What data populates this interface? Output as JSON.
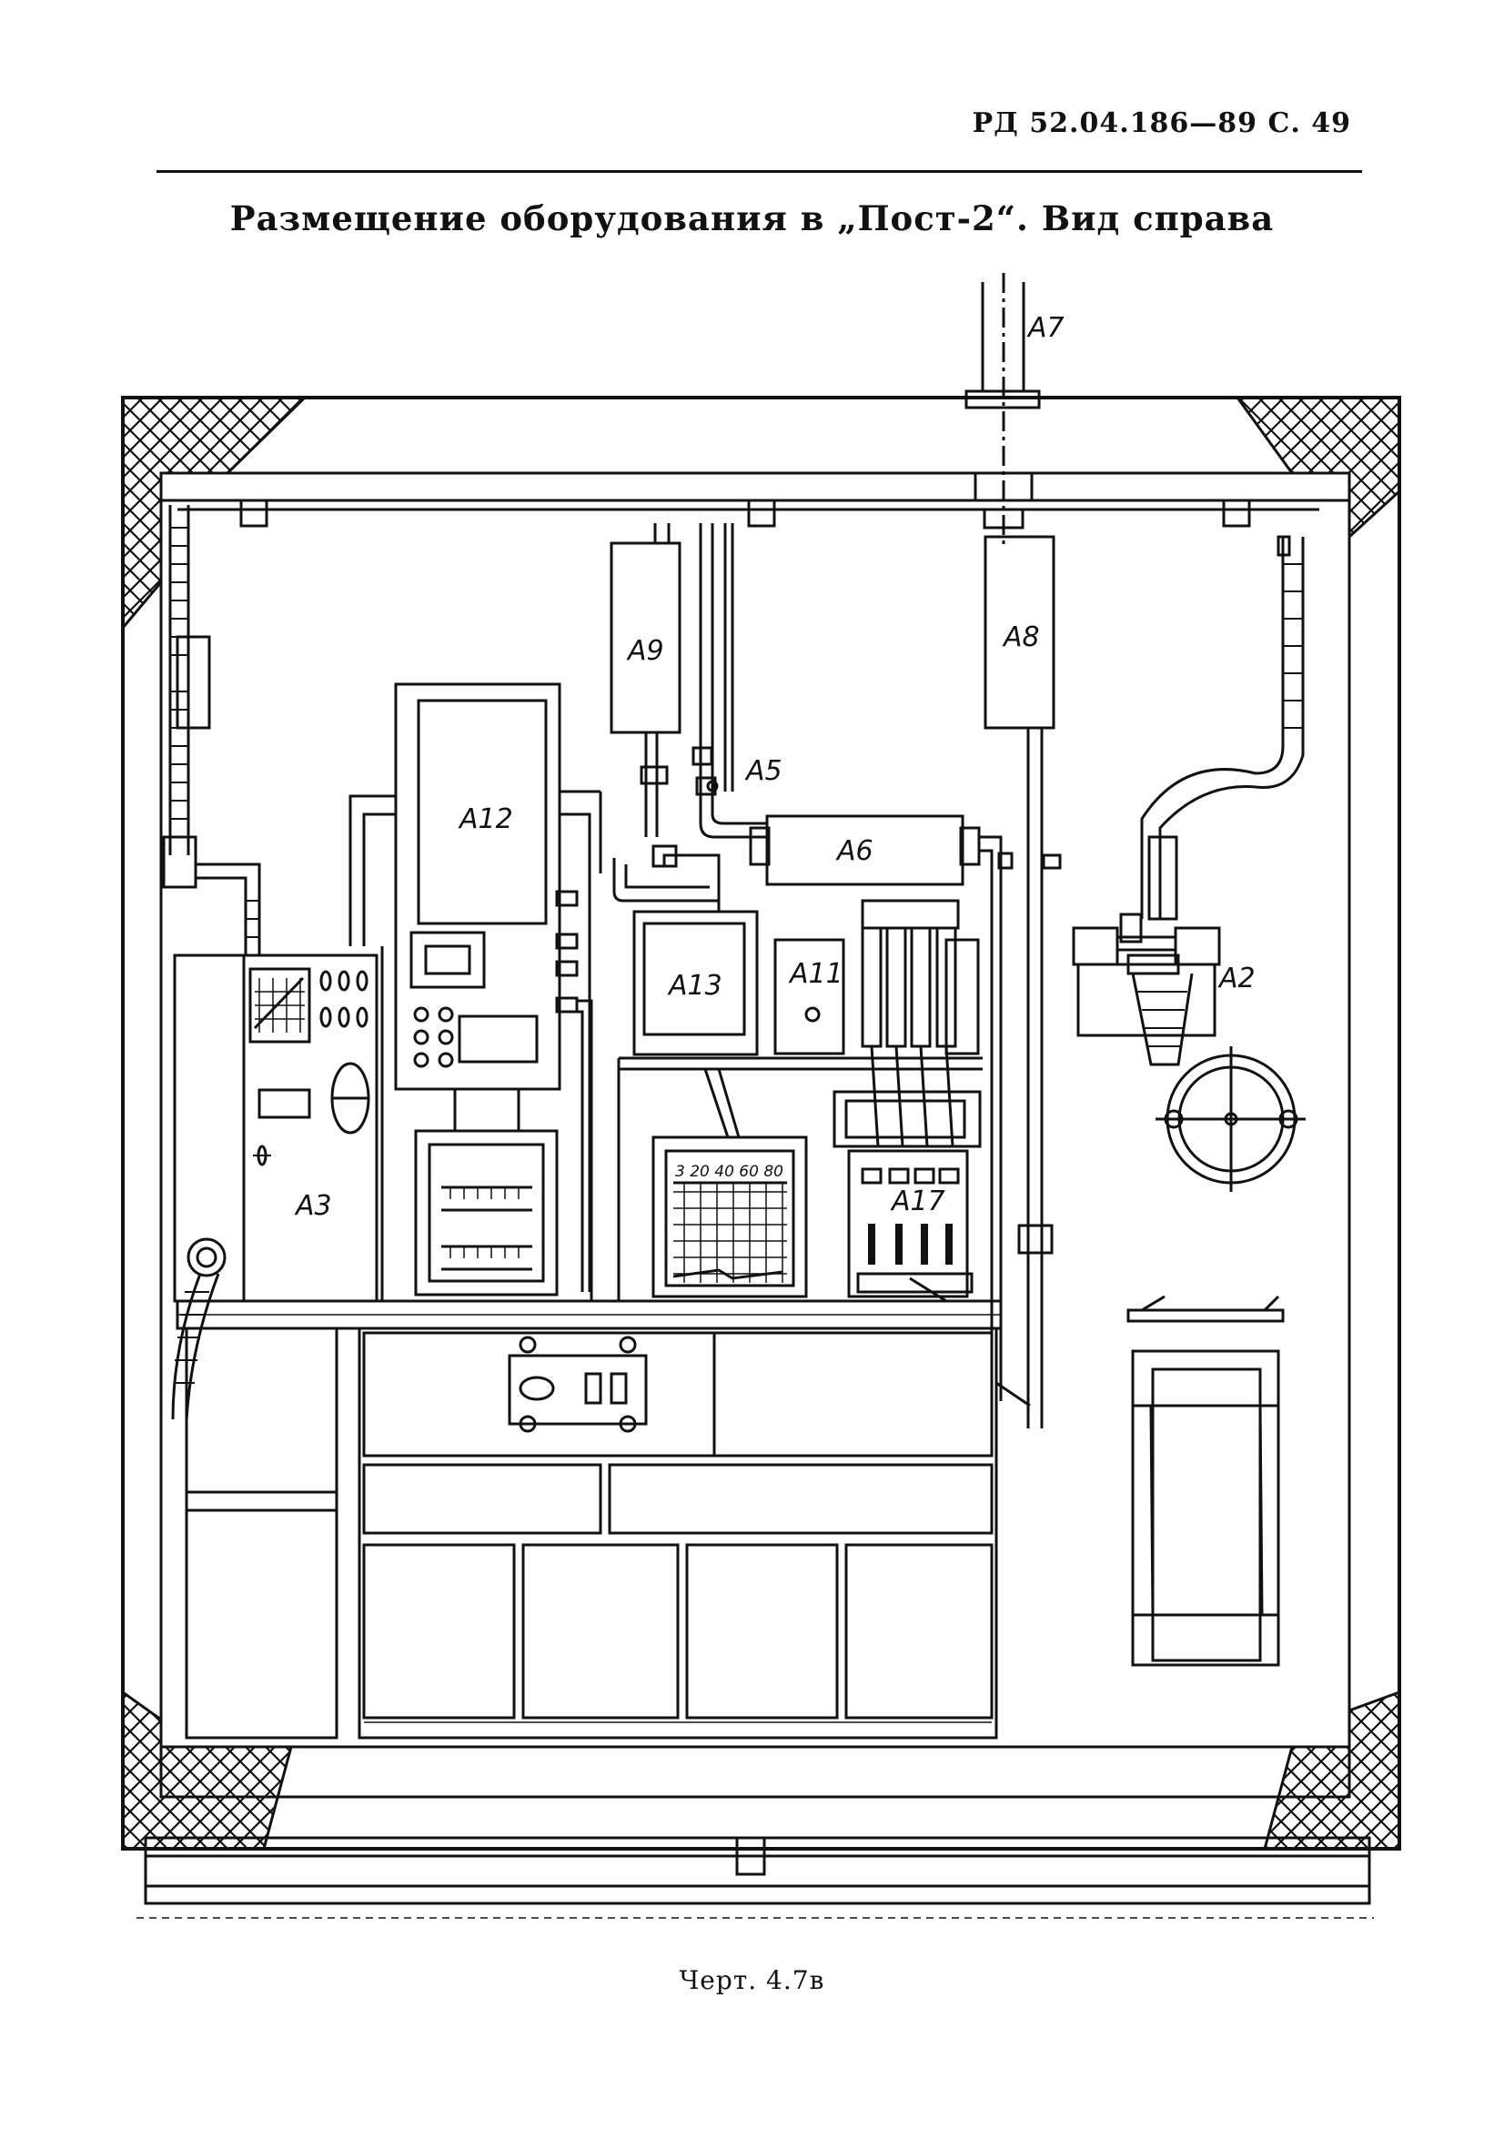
{
  "header": {
    "doc_code": "РД 52.04.186—89 С. 49",
    "title": "Размещение оборудования в „Пост-2“. Вид справа"
  },
  "drawing": {
    "labels": {
      "a7": "A7",
      "a9": "A9",
      "a8": "A8",
      "a5": "A5",
      "a12": "A12",
      "a6": "A6",
      "a13": "A13",
      "a11": "A11",
      "a2": "A2",
      "a3": "A3",
      "a17": "A17"
    },
    "scale_text": "3  20  40  60  80"
  },
  "caption": "Черт. 4.7в"
}
